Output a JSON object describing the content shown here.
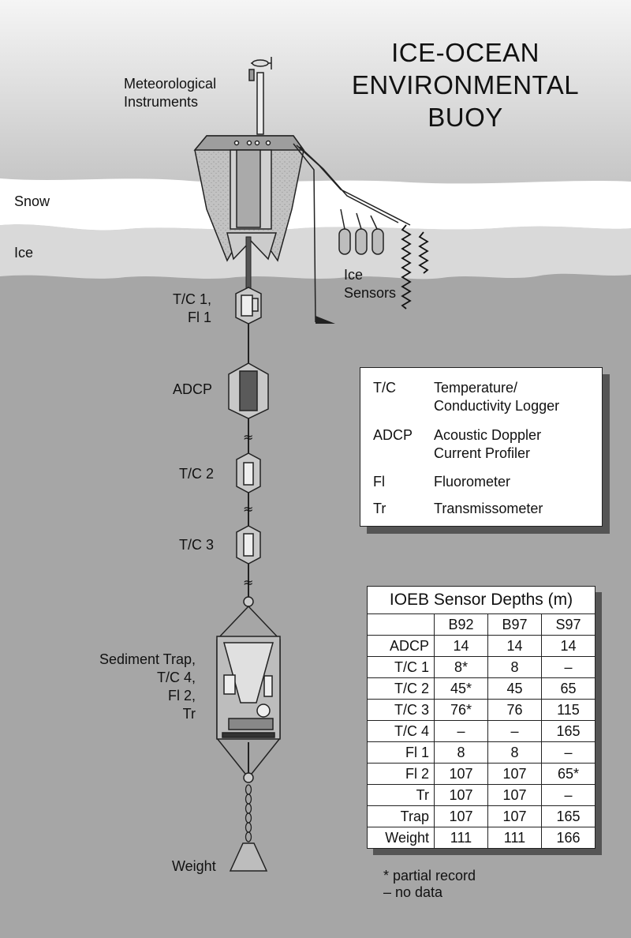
{
  "title": [
    "ICE-OCEAN",
    "ENVIRONMENTAL",
    "BUOY"
  ],
  "labels": {
    "met": [
      "Meteorological",
      "Instruments"
    ],
    "snow": "Snow",
    "ice": "Ice",
    "ice_sensors": [
      "Ice",
      "Sensors"
    ],
    "tc1": [
      "T/C 1,",
      "Fl 1"
    ],
    "adcp": "ADCP",
    "tc2": "T/C 2",
    "tc3": "T/C 3",
    "trap": [
      "Sediment Trap,",
      "T/C 4,",
      "Fl 2,",
      "Tr"
    ],
    "weight": "Weight"
  },
  "legend": [
    {
      "abbr": "T/C",
      "def": [
        "Temperature/",
        "Conductivity Logger"
      ]
    },
    {
      "abbr": "ADCP",
      "def": [
        "Acoustic Doppler",
        "Current Profiler"
      ]
    },
    {
      "abbr": "Fl",
      "def": [
        "Fluorometer"
      ]
    },
    {
      "abbr": "Tr",
      "def": [
        "Transmissometer"
      ]
    }
  ],
  "depth_table": {
    "title": "IOEB Sensor Depths (m)",
    "columns": [
      "B92",
      "B97",
      "S97"
    ],
    "rows": [
      {
        "sensor": "ADCP",
        "values": [
          "14",
          "14",
          "14"
        ]
      },
      {
        "sensor": "T/C 1",
        "values": [
          "8*",
          "8",
          "–"
        ]
      },
      {
        "sensor": "T/C 2",
        "values": [
          "45*",
          "45",
          "65"
        ]
      },
      {
        "sensor": "T/C 3",
        "values": [
          "76*",
          "76",
          "115"
        ]
      },
      {
        "sensor": "T/C 4",
        "values": [
          "–",
          "–",
          "165"
        ]
      },
      {
        "sensor": "Fl 1",
        "values": [
          "8",
          "8",
          "–"
        ]
      },
      {
        "sensor": "Fl 2",
        "values": [
          "107",
          "107",
          "65*"
        ]
      },
      {
        "sensor": "Tr",
        "values": [
          "107",
          "107",
          "–"
        ]
      },
      {
        "sensor": "Trap",
        "values": [
          "107",
          "107",
          "165"
        ]
      },
      {
        "sensor": "Weight",
        "values": [
          "111",
          "111",
          "166"
        ]
      }
    ]
  },
  "notes": [
    "* partial record",
    "– no data"
  ],
  "colors": {
    "sky_top": "#f2f2f2",
    "sky_bottom": "#c8c8c8",
    "ice": "#d9d9d9",
    "ocean": "#a6a6a6",
    "snow": "#ffffff",
    "float_body": "#bdbdbd",
    "shadow": "#555555"
  }
}
